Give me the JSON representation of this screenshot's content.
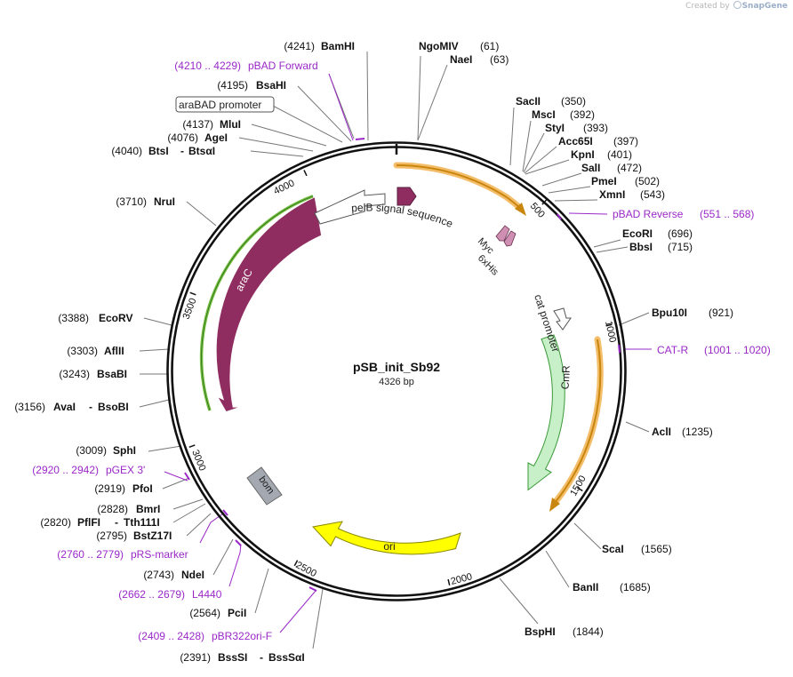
{
  "credit": {
    "prefix": "Created by",
    "brand": "SnapGene"
  },
  "plasmid": {
    "name": "pSB_init_Sb92",
    "length_text": "4326 bp",
    "length": 4326
  },
  "colors": {
    "backbone": "#111111",
    "leader": "#777777",
    "enzyme_text": "#111111",
    "primer": "#9a28c8",
    "araC": "#8f2d60",
    "araC_outline": "#7cc048",
    "CmR": "#c8f0c8",
    "CmR_outline": "#3a9a3a",
    "ori": "#ffff00",
    "bom": "#a4a9b1",
    "pelB": "#7a2a50",
    "myc": "#cf8fb2",
    "promoter": "#ffffff",
    "orange_highlight": "#f4bd6a",
    "orange_arrow": "#c8860e"
  },
  "ticks": [
    "500",
    "1000",
    "1500",
    "2000",
    "2500",
    "3000",
    "3500",
    "4000"
  ],
  "enzymes": [
    {
      "name": "BamHI",
      "pos": "(4241)"
    },
    {
      "name": "NgoMIV",
      "pos": "(61)"
    },
    {
      "name": "NaeI",
      "pos": "(63)"
    },
    {
      "name": "BsaHI",
      "pos": "(4195)"
    },
    {
      "name": "MluI",
      "pos": "(4137)"
    },
    {
      "name": "AgeI",
      "pos": "(4076)"
    },
    {
      "name": "BtsI",
      "name2": "BtsαI",
      "pos": "(4040)"
    },
    {
      "name": "SacII",
      "pos": "(350)"
    },
    {
      "name": "MscI",
      "pos": "(392)"
    },
    {
      "name": "StyI",
      "pos": "(393)"
    },
    {
      "name": "Acc65I",
      "pos": "(397)"
    },
    {
      "name": "KpnI",
      "pos": "(401)"
    },
    {
      "name": "SalI",
      "pos": "(472)"
    },
    {
      "name": "PmeI",
      "pos": "(502)"
    },
    {
      "name": "XmnI",
      "pos": "(543)"
    },
    {
      "name": "NruI",
      "pos": "(3710)"
    },
    {
      "name": "EcoRI",
      "pos": "(696)"
    },
    {
      "name": "BbsI",
      "pos": "(715)"
    },
    {
      "name": "Bpu10I",
      "pos": "(921)"
    },
    {
      "name": "EcoRV",
      "pos": "(3388)"
    },
    {
      "name": "AflII",
      "pos": "(3303)"
    },
    {
      "name": "BsaBI",
      "pos": "(3243)"
    },
    {
      "name": "AvaI",
      "name2": "BsoBI",
      "pos": "(3156)"
    },
    {
      "name": "AclI",
      "pos": "(1235)"
    },
    {
      "name": "SphI",
      "pos": "(3009)"
    },
    {
      "name": "PfoI",
      "pos": "(2919)"
    },
    {
      "name": "BmrI",
      "pos": "(2828)"
    },
    {
      "name": "PflFI",
      "name2": "Tth111I",
      "pos": "(2820)"
    },
    {
      "name": "BstZ17I",
      "pos": "(2795)"
    },
    {
      "name": "ScaI",
      "pos": "(1565)"
    },
    {
      "name": "NdeI",
      "pos": "(2743)"
    },
    {
      "name": "BanII",
      "pos": "(1685)"
    },
    {
      "name": "PciI",
      "pos": "(2564)"
    },
    {
      "name": "BspHI",
      "pos": "(1844)"
    },
    {
      "name": "BssSI",
      "name2": "BssSαI",
      "pos": "(2391)"
    }
  ],
  "primers": [
    {
      "name": "pBAD Forward",
      "range": "(4210 .. 4229)"
    },
    {
      "name": "pBAD Reverse",
      "range": "(551 .. 568)"
    },
    {
      "name": "CAT-R",
      "range": "(1001 .. 1020)"
    },
    {
      "name": "pGEX 3'",
      "range": "(2920 .. 2942)"
    },
    {
      "name": "pRS-marker",
      "range": "(2760 .. 2779)"
    },
    {
      "name": "L4440",
      "range": "(2662 .. 2679)"
    },
    {
      "name": "pBR322ori-F",
      "range": "(2409 .. 2428)"
    }
  ],
  "features": {
    "araBAD_promoter": "araBAD promoter",
    "pelB": "pelB signal sequence",
    "myc": "Myc",
    "his": "6xHis",
    "cat_promoter": "cat promoter",
    "araC": "araC",
    "CmR": "CmR",
    "ori": "ori",
    "bom": "bom"
  }
}
